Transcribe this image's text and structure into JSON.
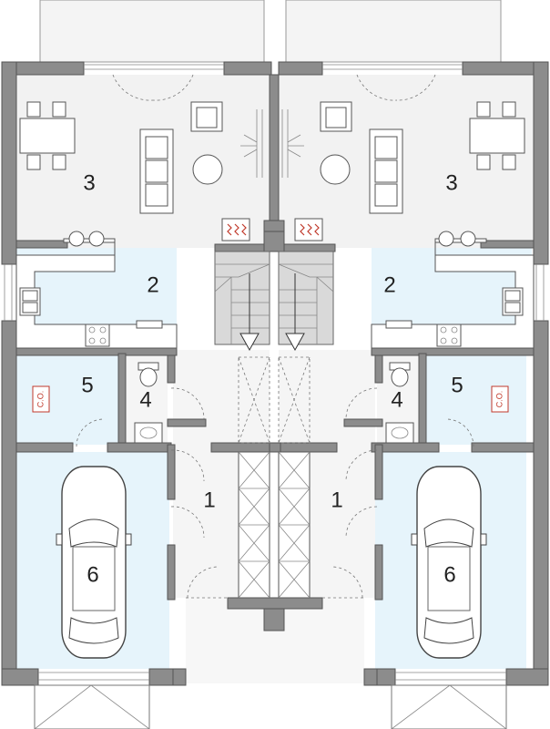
{
  "rooms": {
    "left": {
      "room_1": "1",
      "room_2": "2",
      "room_3": "3",
      "room_4": "4",
      "room_5": "5",
      "room_6": "6",
      "boiler_mark": "C.O."
    },
    "right": {
      "room_1": "1",
      "room_2": "2",
      "room_3": "3",
      "room_4": "4",
      "room_5": "5",
      "room_6": "6",
      "boiler_mark": "C.O."
    }
  },
  "colors": {
    "wall": "#8c8c8c",
    "living_floor": "#f2f2f2",
    "kitchen_floor": "#e6f4fb",
    "garage_floor": "#e6f4fb",
    "hall_floor": "#f5f5f5",
    "stairs": "#d9d9d9",
    "boiler_mark": "#c0392b"
  }
}
